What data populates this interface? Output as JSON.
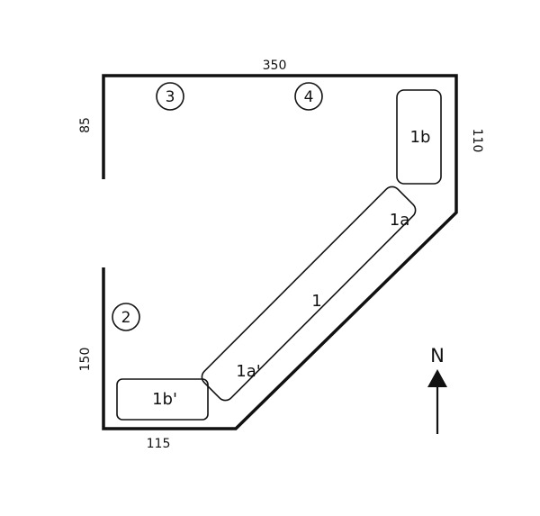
{
  "dimensions": {
    "top": "350",
    "right": "110",
    "left_upper": "85",
    "left_lower": "150",
    "bottom": "115"
  },
  "zones": {
    "z1": "1",
    "z1a": "1a",
    "z1a_prime": "1a'",
    "z1b": "1b",
    "z1b_prime": "1b'"
  },
  "markers": {
    "m2": "2",
    "m3": "3",
    "m4": "4"
  },
  "compass": {
    "label": "N"
  }
}
